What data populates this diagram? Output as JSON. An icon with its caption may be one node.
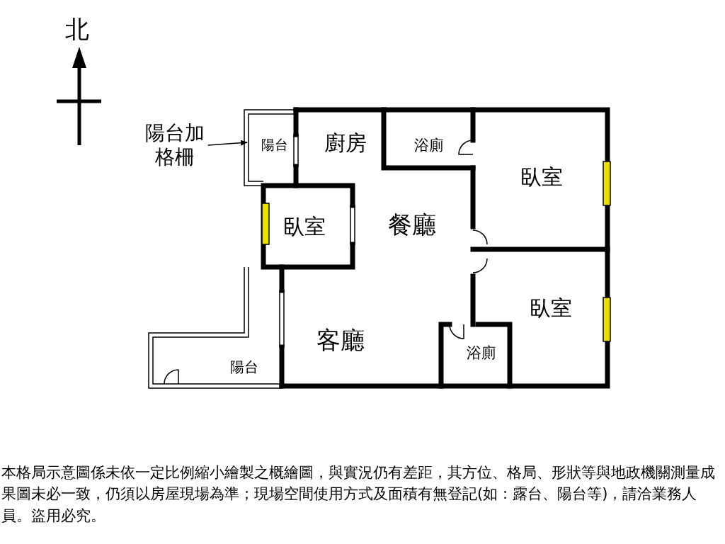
{
  "diagram": {
    "caption": "本格局示意圖係未依一定比例縮小繪製之概繪圖，與實況仍有差距，其方位、格局、形狀等與地政機關測量成果圖未必一致，仍須以房屋現場為準；現場空間使用方式及面積有無登記(如：露台、陽台等)，請洽業務人員。盜用必究。",
    "nodes": [
      {
        "text": [
          "陽台"
        ]
      },
      {
        "text": [
          "廚房"
        ]
      },
      {
        "text": [
          "浴廁"
        ]
      },
      {
        "text": [
          "臥室"
        ]
      },
      {
        "text": [
          "臥室"
        ]
      },
      {
        "text": [
          "餐廳"
        ]
      },
      {
        "text": [
          "臥室"
        ]
      },
      {
        "text": [
          "客廳"
        ]
      },
      {
        "text": [
          "浴廁"
        ]
      },
      {
        "text": [
          "陽台"
        ]
      },
      {
        "text": [
          "陽台加格柵"
        ]
      }
    ],
    "edges": [
      {
        "from": 10,
        "to": 0,
        "arrow": "to"
      }
    ],
    "labels": [
      "北"
    ]
  }
}
